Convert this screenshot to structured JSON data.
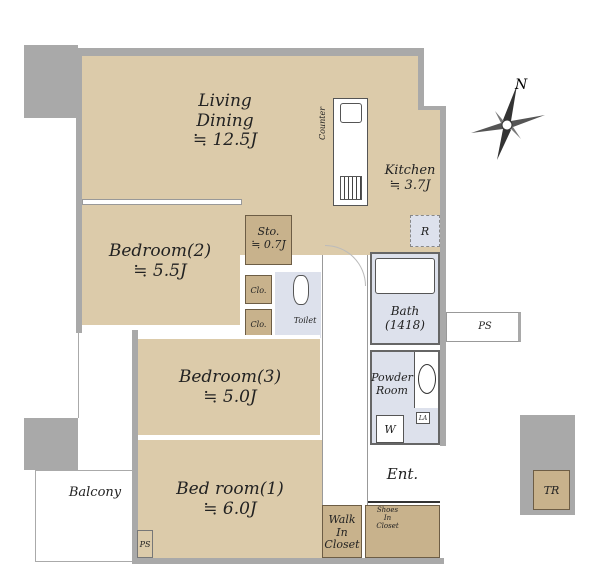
{
  "rooms": {
    "living": {
      "name_1": "Living",
      "name_2": "Dining",
      "size": "≒ 12.5J"
    },
    "kitchen": {
      "name": "Kitchen",
      "size": "≒ 3.7J"
    },
    "counter": "Counter",
    "refrigerator": "R",
    "storage": {
      "name": "Sto.",
      "size": "≒ 0.7J"
    },
    "bedroom2": {
      "name": "Bedroom(2)",
      "size": "≒ 5.5J"
    },
    "closet_a": "Clo.",
    "closet_b": "Clo.",
    "toilet": "Toilet",
    "bath": {
      "name": "Bath",
      "size": "(1418)"
    },
    "ps_right": "PS",
    "powder": {
      "name_1": "Powder",
      "name_2": "Room"
    },
    "washer": "W",
    "laundry": "LA",
    "bedroom3": {
      "name": "Bedroom(3)",
      "size": "≒ 5.0J"
    },
    "bedroom1": {
      "name": "Bed room(1)",
      "size": "≒ 6.0J"
    },
    "entrance": "Ent.",
    "walk_in_closet": {
      "name_1": "Walk In",
      "name_2": "Closet"
    },
    "shoes_closet": {
      "name_1": "Shoes",
      "name_2": "In",
      "name_3": "Closet"
    },
    "balcony": "Balcony",
    "ps_left": "PS",
    "trunk_room": "TR"
  },
  "compass": {
    "north": "N"
  },
  "colors": {
    "room": "#dccbaa",
    "closet": "#c8b28c",
    "wet": "#dde1ec",
    "wall": "#a9a9a9"
  }
}
